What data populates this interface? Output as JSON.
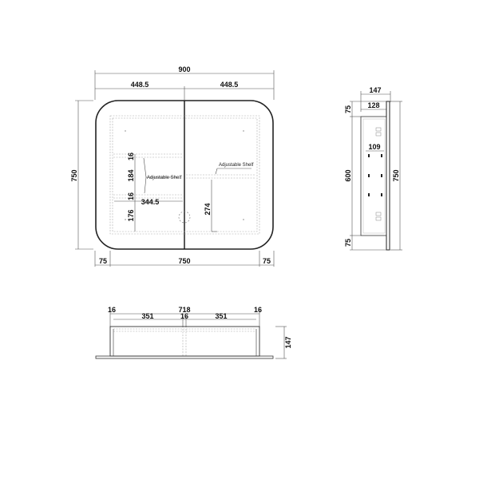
{
  "front_view": {
    "overall_width": "900",
    "left_door_width": "448.5",
    "right_door_width": "448.5",
    "overall_height": "750",
    "bottom_margin_left": "75",
    "bottom_inner_width": "750",
    "bottom_margin_right": "75",
    "shelf_thickness_top": "16",
    "shelf_spacing": "184",
    "shelf_thickness_bottom": "16",
    "shelf_width": "344.5",
    "lower_compartment_height": "176",
    "right_compartment_height": "274",
    "label_left_shelf": "Adjustable Shelf",
    "label_right_shelf": "Adjustable Shelf"
  },
  "side_view": {
    "overall_depth": "147",
    "cabinet_depth": "128",
    "top_margin": "75",
    "cabinet_height": "600",
    "bottom_margin": "75",
    "overall_height": "750",
    "shelf_depth": "109"
  },
  "top_view": {
    "left_wall": "16",
    "inner_width": "718",
    "right_wall": "16",
    "left_compartment": "351",
    "divider": "16",
    "right_compartment": "351",
    "depth": "147"
  }
}
